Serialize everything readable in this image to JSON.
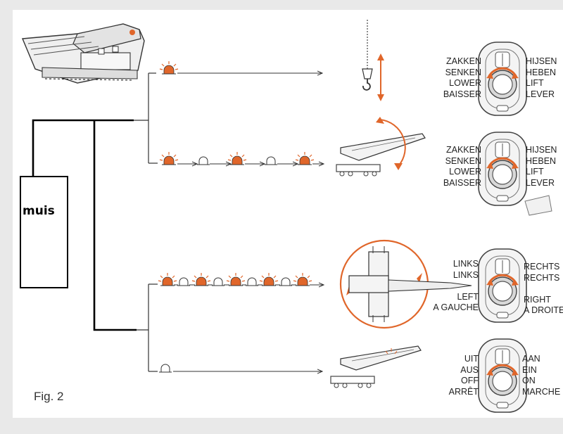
{
  "figure_label": "Fig. 2",
  "mouse_label": "muis",
  "rows": [
    {
      "id": "hoist",
      "left_label": "ZAKKEN\nSENKEN\nLOWER\nBAISSER",
      "right_label": "HIJSEN\nHEBEN\nLIFT\nLEVER"
    },
    {
      "id": "boom",
      "left_label": "ZAKKEN\nSENKEN\nLOWER\nBAISSER",
      "right_label": "HIJSEN\nHEBEN\nLIFT\nLEVER"
    },
    {
      "id": "rotate",
      "left_label": "LINKS\nLINKS\n\nLEFT\nA GAUCHE",
      "right_label": "RECHTS\nRECHTS\n\nRIGHT\nA DROITE"
    },
    {
      "id": "power",
      "left_label": "UIT\nAUS\nOFF\nARRÊT",
      "right_label": "AAN\nEIN\nON\nMARCHE"
    }
  ],
  "colors": {
    "accent": "#e0662a",
    "line": "#222222",
    "page": "#ffffff",
    "background": "#e9e9e9"
  },
  "icons": [
    "crane-model-icon",
    "blinking-lamp-icon",
    "lamp-off-icon",
    "hook-icon",
    "crane-boom-icon",
    "rotation-topview-icon",
    "control-knob-icon"
  ]
}
